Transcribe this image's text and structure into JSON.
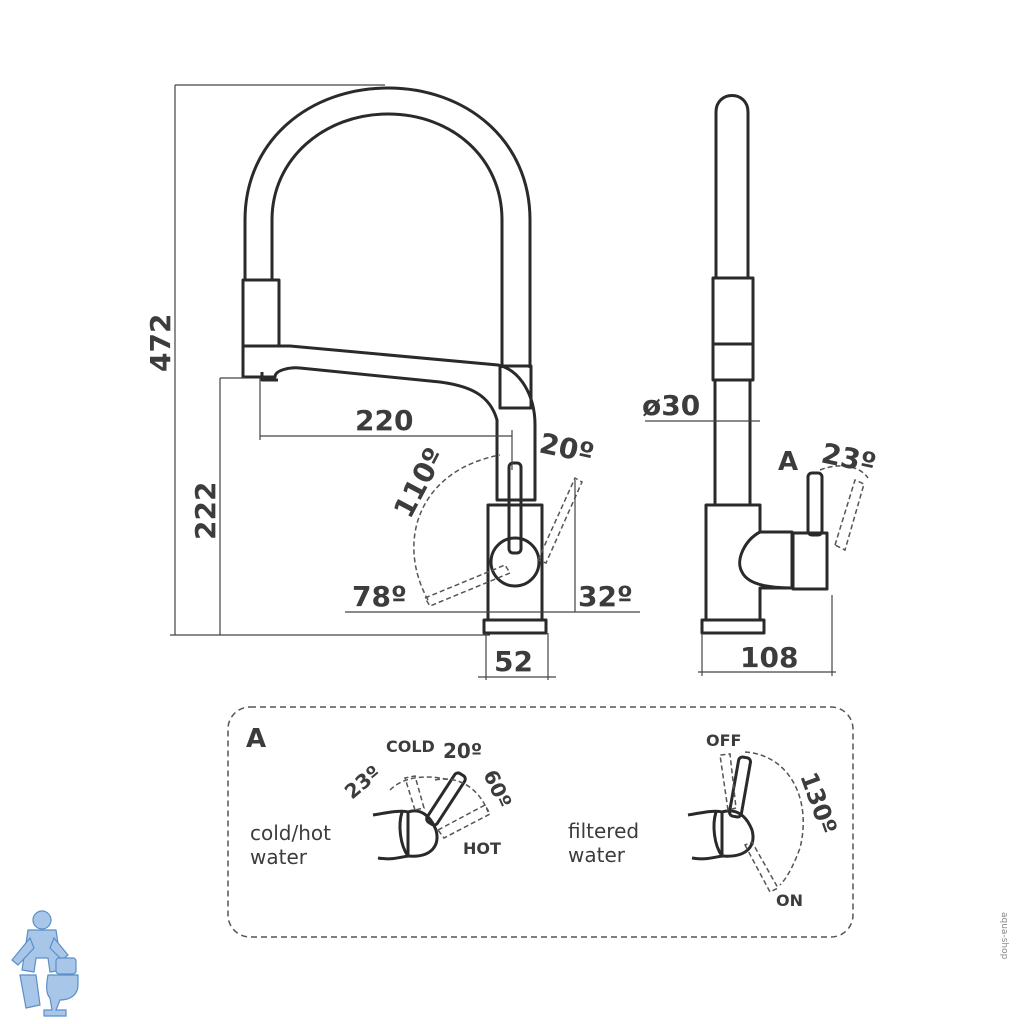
{
  "colors": {
    "line": "#2a2a2a",
    "text": "#3c3c3c",
    "dim_line": "#444444",
    "mascot": "#5b8fc9"
  },
  "front_view": {
    "height_total": "472",
    "spout_height": "222",
    "spout_reach": "220",
    "base_width": "52",
    "angle_top": "20º",
    "angle_arc": "110º",
    "angle_left": "78º",
    "angle_right": "32º"
  },
  "side_view": {
    "diameter": "ø30",
    "depth": "108",
    "angle": "23º",
    "detail_marker": "A"
  },
  "detail": {
    "marker": "A",
    "cold_hot": {
      "description_line1": "cold/hot",
      "description_line2": "water",
      "cold_label": "COLD",
      "hot_label": "HOT",
      "angle_a": "23º",
      "angle_b": "20º",
      "angle_c": "60º"
    },
    "filtered": {
      "description_line1": "filtered",
      "description_line2": "water",
      "off_label": "OFF",
      "on_label": "ON",
      "angle": "130º"
    }
  },
  "watermark": "aqua-shop"
}
